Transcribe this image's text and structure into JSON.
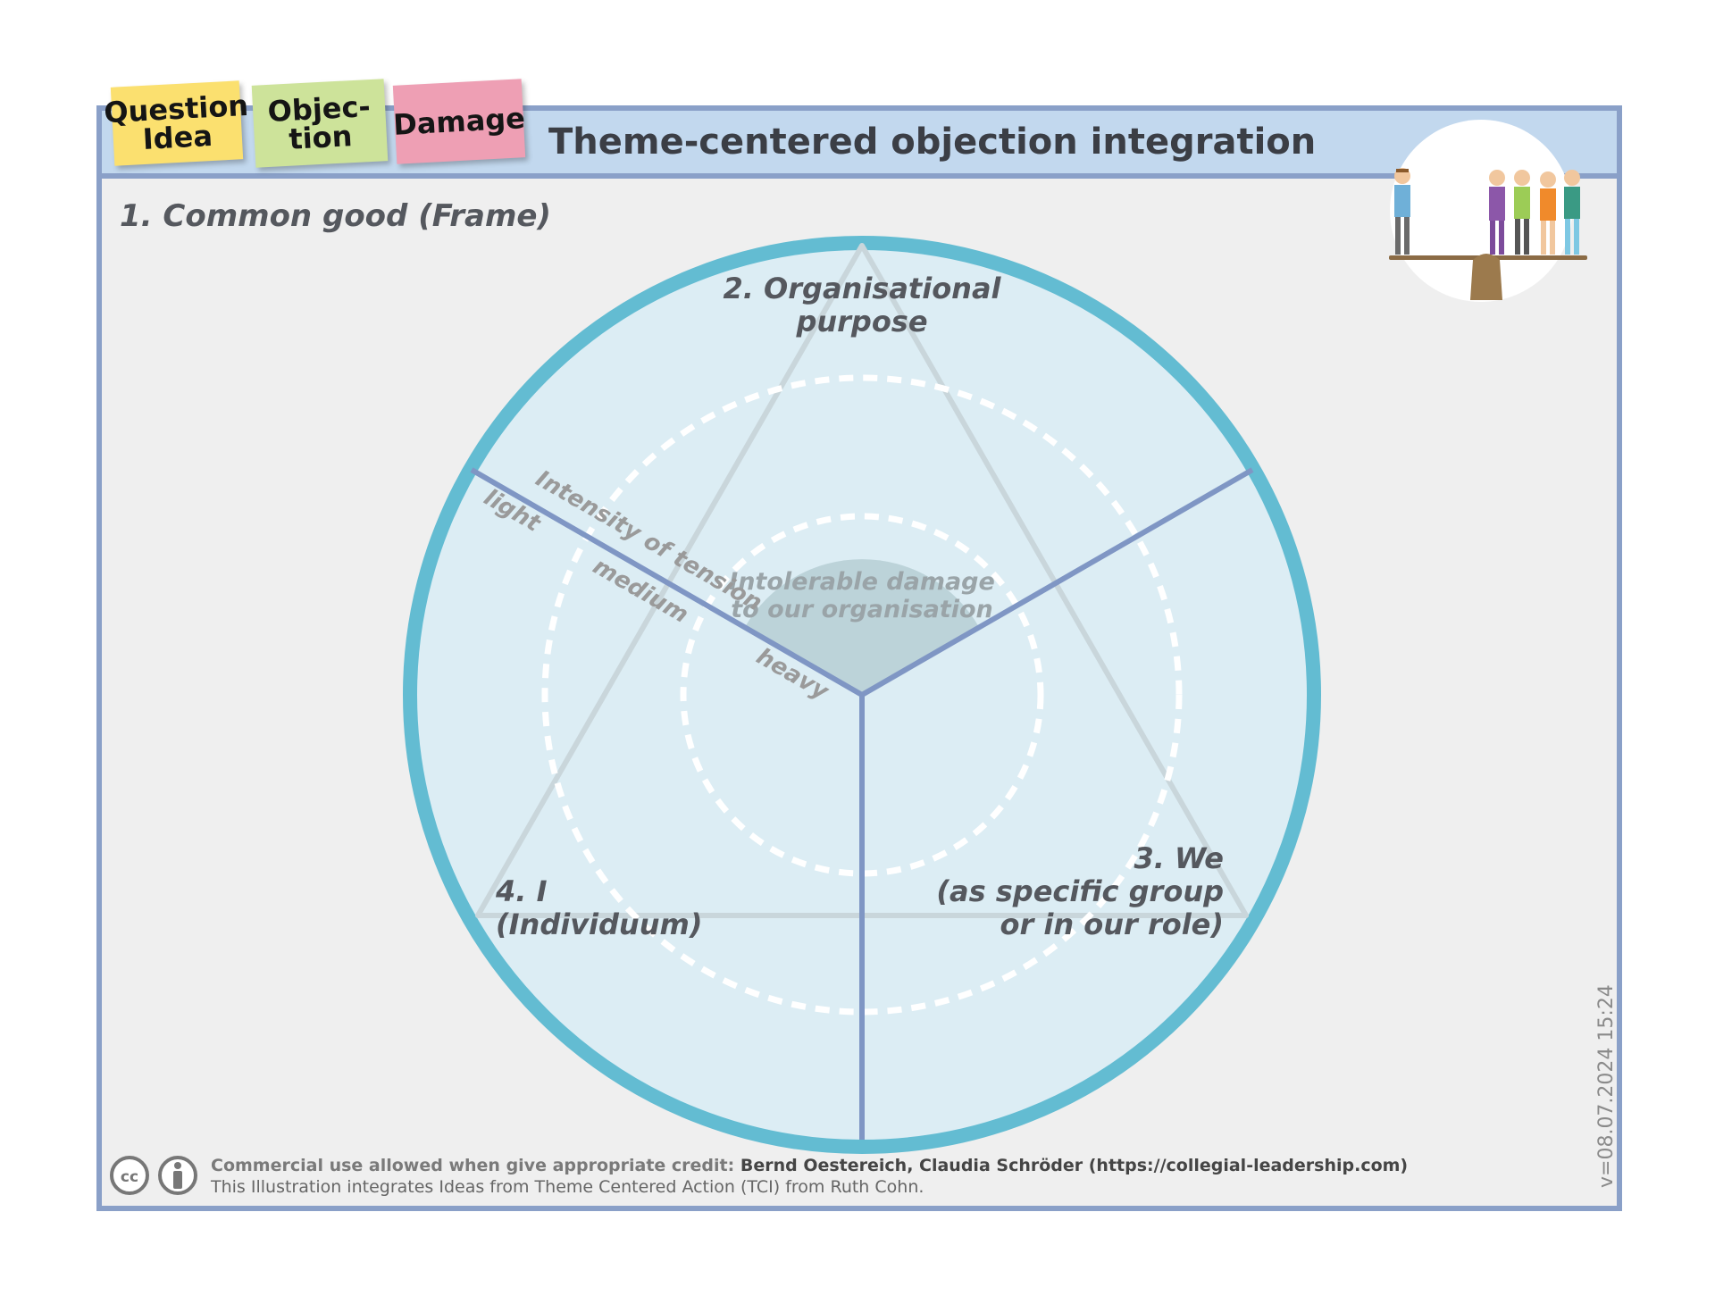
{
  "header": {
    "title": "Theme-centered objection integration",
    "notes": [
      {
        "line1": "Question",
        "line2": "Idea",
        "color": "#fbe06f"
      },
      {
        "line1": "Objec-",
        "line2": "tion",
        "color": "#cde39a"
      },
      {
        "line1": "Damage",
        "color": "#ee9fb4"
      }
    ]
  },
  "frame": {
    "title": "1. Common good (Frame)"
  },
  "diagram": {
    "segments": {
      "top": {
        "line1": "2. Organisational",
        "line2": "purpose"
      },
      "right": {
        "line1": "3. We",
        "line2": "(as specific group",
        "line3": "or in our role)"
      },
      "left": {
        "line1": "4. I",
        "line2": "(Individuum)"
      }
    },
    "center": {
      "line1": "Intolerable damage",
      "line2": "to our organisation"
    },
    "axis_label": "Intensity of tension",
    "levels": [
      "light",
      "medium",
      "heavy"
    ],
    "icons": [
      "people-on-seesaw-icon"
    ],
    "colors": {
      "outer_ring": "#63bcd2",
      "disc_fill": "#dcedf4",
      "divider": "#7f96c4",
      "center_fill": "#bcd3d9",
      "frame_border": "#8aa0c8",
      "header_fill": "#c2d8ee"
    }
  },
  "footer": {
    "credit_prefix": "Commercial use allowed when give appropriate credit:",
    "credit_names": "Bernd Oestereich, Claudia Schröder (https://collegial-leadership.com)",
    "line2": "This Illustration integrates Ideas from Theme Centered Action (TCI) from Ruth Cohn.",
    "version": "v=08.07.2024 15:24",
    "license_icons": [
      "cc-icon",
      "attribution-icon"
    ]
  }
}
